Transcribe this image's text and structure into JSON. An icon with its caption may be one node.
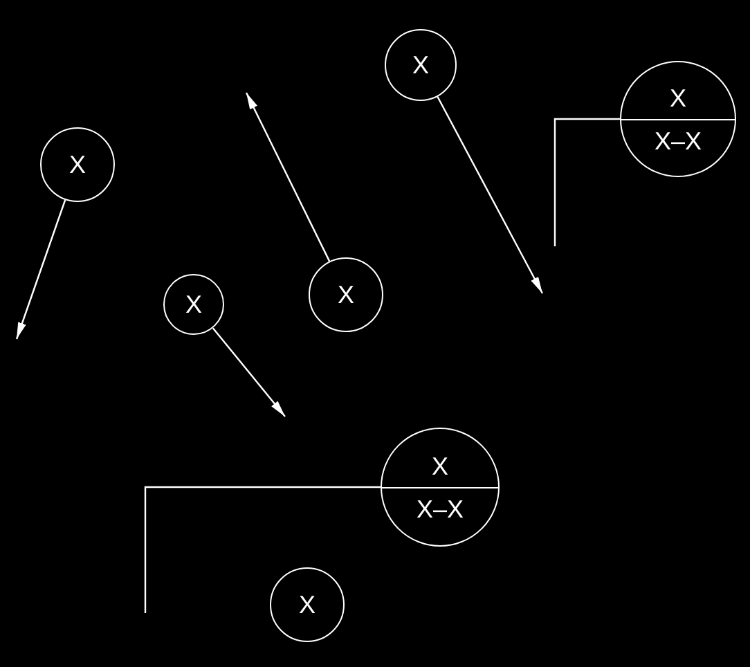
{
  "diagram": {
    "nodes": [
      {
        "text": [
          "X"
        ]
      },
      {
        "text": [
          "X"
        ]
      },
      {
        "text": [
          "X",
          "X–X"
        ]
      },
      {
        "text": [
          "X"
        ]
      },
      {
        "text": [
          "X"
        ]
      },
      {
        "text": [
          "X",
          "X–X"
        ]
      },
      {
        "text": [
          "X"
        ]
      }
    ],
    "edges": [
      {
        "from": 0,
        "to": null,
        "arrow": "to"
      },
      {
        "from": 1,
        "to": null,
        "arrow": "to"
      },
      {
        "from": 2,
        "to": null,
        "arrow": "none"
      },
      {
        "from": 3,
        "to": null,
        "arrow": "to"
      },
      {
        "from": 4,
        "to": null,
        "arrow": "to"
      },
      {
        "from": 5,
        "to": null,
        "arrow": "none"
      }
    ]
  }
}
